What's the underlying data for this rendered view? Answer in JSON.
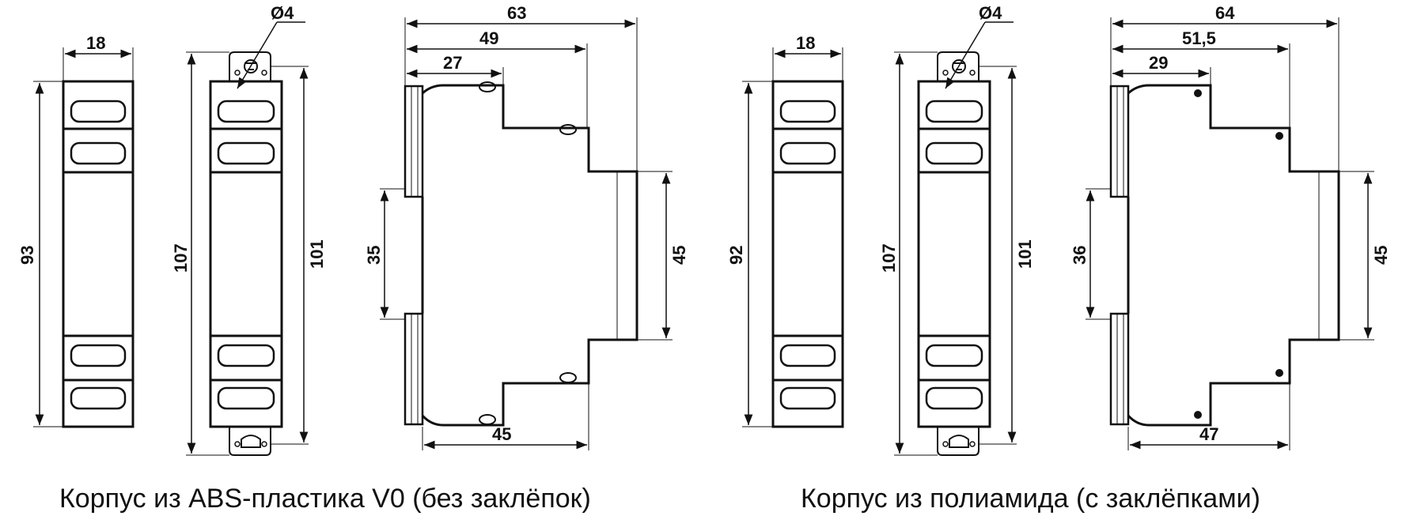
{
  "variants": [
    {
      "caption": "Корпус из ABS-пластика V0 (без заклёпок)",
      "front": {
        "width": "18",
        "height": "93"
      },
      "mount": {
        "height_outer": "107",
        "height_inner": "101",
        "hole": "Ø4"
      },
      "side": {
        "depth_total": "63",
        "depth_mid": "49",
        "depth_top": "27",
        "rail": "35",
        "step": "45",
        "bottom": "45"
      },
      "rivets": false
    },
    {
      "caption": "Корпус из полиамида (с заклёпками)",
      "front": {
        "width": "18",
        "height": "92"
      },
      "mount": {
        "height_outer": "107",
        "height_inner": "101",
        "hole": "Ø4"
      },
      "side": {
        "depth_total": "64",
        "depth_mid": "51,5",
        "depth_top": "29",
        "rail": "36",
        "step": "45",
        "bottom": "47"
      },
      "rivets": true
    }
  ]
}
